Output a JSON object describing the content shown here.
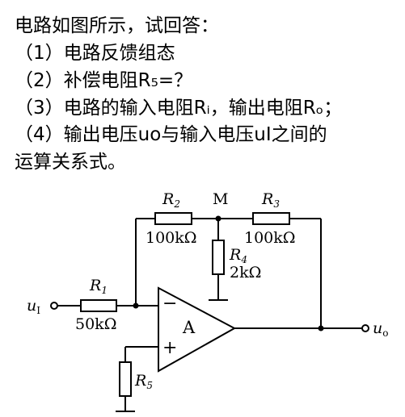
{
  "question": {
    "intro": "电路如图所示，试回答：",
    "item1": "（1）电路反馈组态",
    "item2": "（2）补偿电阻R₅=？",
    "item3": "（3）电路的输入电阻Rᵢ，输出电阻Rₒ；",
    "item4": "（4）输出电压uo与输入电压uI之间的",
    "item4_cont": "运算关系式。"
  },
  "circuit": {
    "r1_name": "R",
    "r1_sub": "1",
    "r1_value": "50kΩ",
    "r2_name": "R",
    "r2_sub": "2",
    "r2_value": "100kΩ",
    "r3_name": "R",
    "r3_sub": "3",
    "r3_value": "100kΩ",
    "r4_name": "R",
    "r4_sub": "4",
    "r4_value": "2kΩ",
    "r5_name": "R",
    "r5_sub": "5",
    "node_m": "M",
    "opamp_label": "A",
    "minus_sign": "−",
    "plus_sign": "+",
    "input_name": "u",
    "input_sub": "I",
    "output_name": "u",
    "output_sub": "o"
  }
}
